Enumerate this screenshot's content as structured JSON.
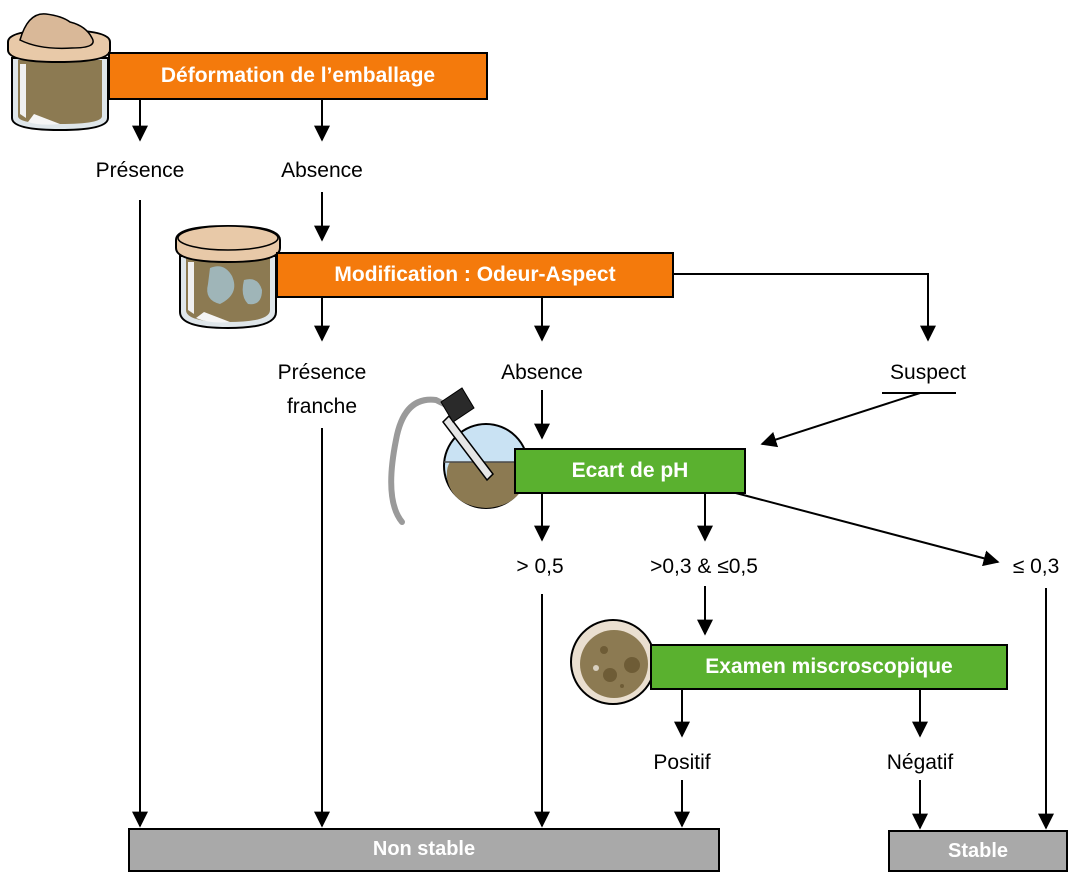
{
  "nodes": {
    "deformation": "Déformation de l’emballage",
    "modification": "Modification : Odeur-Aspect",
    "ph": "Ecart de pH",
    "micro": "Examen miscroscopique",
    "non_stable": "Non stable",
    "stable": "Stable"
  },
  "labels": {
    "presence": "Présence",
    "absence_1": "Absence",
    "presence_franche_1": "Présence",
    "presence_franche_2": "franche",
    "absence_2": "Absence",
    "suspect": "Suspect",
    "gt_05": "> 0,5",
    "between": ">0,3 & ≤0,5",
    "le_03": "≤ 0,3",
    "positif": "Positif",
    "negatif": "Négatif"
  },
  "colors": {
    "orange": "#f47a0c",
    "green": "#5ab12f",
    "grey": "#a9a9a9"
  },
  "icons": [
    "swollen-jar-icon",
    "jar-with-mold-icon",
    "ph-probe-dish-icon",
    "microscope-dish-icon"
  ]
}
